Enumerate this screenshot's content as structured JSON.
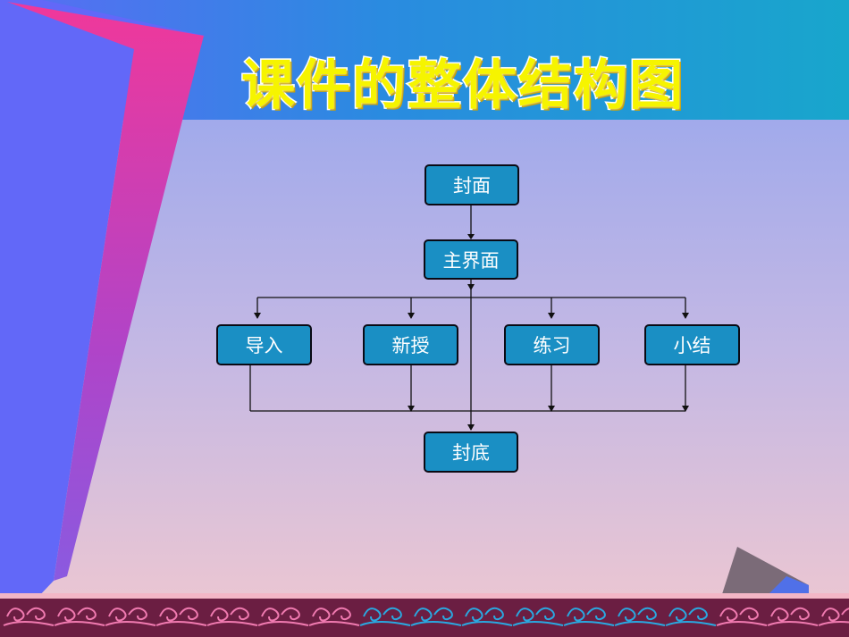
{
  "slide": {
    "title": "课件的整体结构图"
  },
  "diagram": {
    "cover": "封面",
    "main_menu": "主界面",
    "branches": [
      "导入",
      "新授",
      "练习",
      "小结"
    ],
    "back_cover": "封底"
  },
  "colors": {
    "node_fill": "#1a8fc4",
    "title_text": "#f6f400",
    "header_band": "#1aa0d0",
    "left_stripe": "#e83a9e",
    "wave_band": "#6b1e42"
  }
}
